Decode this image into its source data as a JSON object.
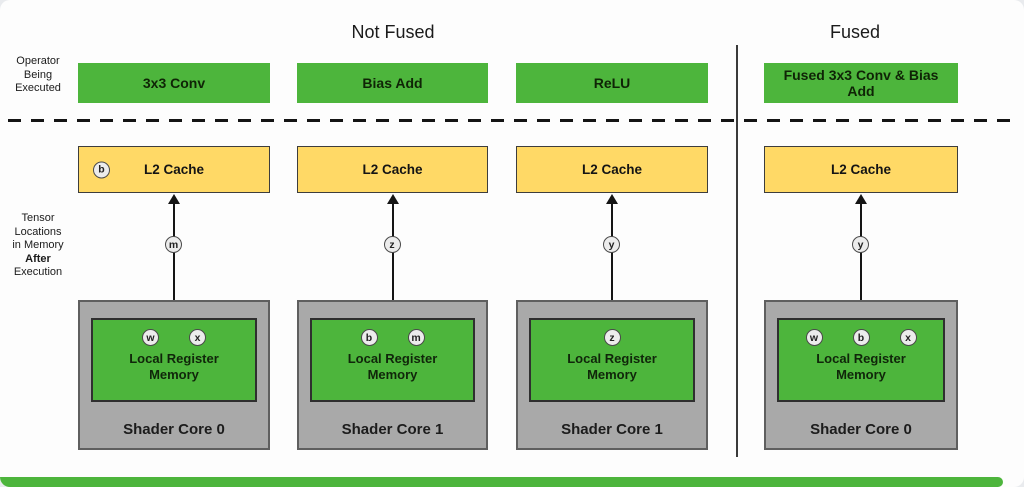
{
  "titles": {
    "not_fused": "Not Fused",
    "fused": "Fused"
  },
  "side_labels": {
    "operator_lines": [
      "Operator",
      "Being",
      "Executed"
    ],
    "tensor_lines": [
      "Tensor",
      "Locations",
      "in Memory",
      "After",
      "Execution"
    ]
  },
  "colors": {
    "green": "#4db53c",
    "yellow": "#ffd966",
    "gray": "#a9a9a9"
  },
  "columns": [
    {
      "operator": "3x3 Conv",
      "l2_label": "L2 Cache",
      "l2_tokens": [
        "b"
      ],
      "arrow_token": "m",
      "register_label": "Local Register Memory",
      "register_tokens": [
        "w",
        "x"
      ],
      "core_label": "Shader Core 0"
    },
    {
      "operator": "Bias Add",
      "l2_label": "L2 Cache",
      "l2_tokens": [],
      "arrow_token": "z",
      "register_label": "Local Register Memory",
      "register_tokens": [
        "b",
        "m"
      ],
      "core_label": "Shader Core 1"
    },
    {
      "operator": "ReLU",
      "l2_label": "L2 Cache",
      "l2_tokens": [],
      "arrow_token": "y",
      "register_label": "Local Register Memory",
      "register_tokens": [
        "z"
      ],
      "core_label": "Shader Core 1"
    },
    {
      "operator": "Fused 3x3 Conv & Bias Add",
      "l2_label": "L2 Cache",
      "l2_tokens": [],
      "arrow_token": "y",
      "register_label": "Local Register Memory",
      "register_tokens": [
        "w",
        "b",
        "x"
      ],
      "core_label": "Shader Core 0"
    }
  ]
}
